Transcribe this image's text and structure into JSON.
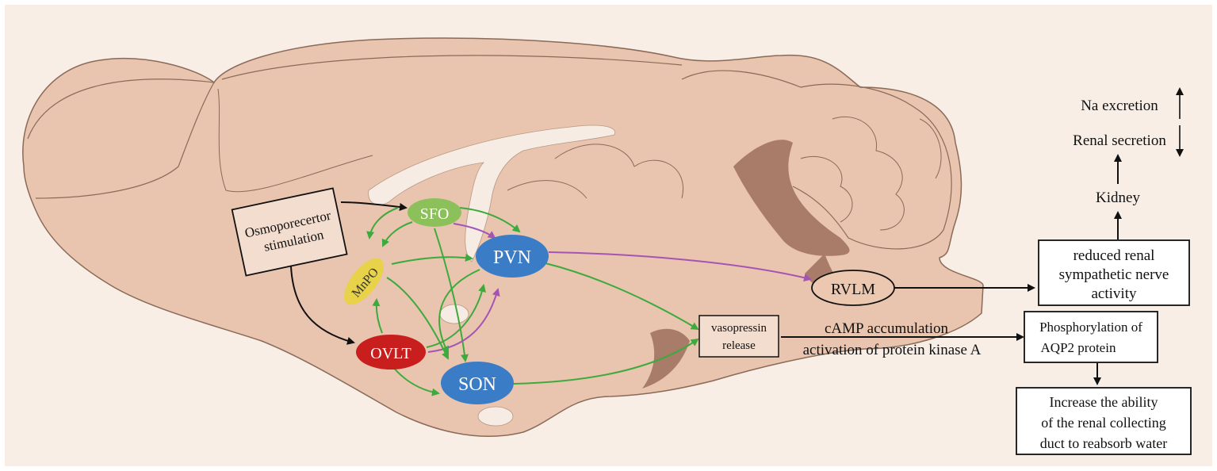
{
  "nodes": {
    "sfo": "SFO",
    "pvn": "PVN",
    "mnpo": "MnPO",
    "ovlt": "OVLT",
    "son": "SON",
    "rvlm": "RVLM"
  },
  "boxes": {
    "osmo_line1": "Osmoporecertor",
    "osmo_line2": "stimulation",
    "vaso_line1": "vasopressin",
    "vaso_line2": "release",
    "renal_line1": "reduced renal",
    "renal_line2": "sympathetic nerve",
    "renal_line3": "activity",
    "phos_line1": "Phosphorylation of",
    "phos_line2": "AQP2 protein",
    "inc_line1": "Increase the ability",
    "inc_line2": "of the renal collecting",
    "inc_line3": "duct to reabsorb water"
  },
  "labels": {
    "camp": "cAMP accumulation",
    "pka": "activation of protein kinase A",
    "kidney": "Kidney",
    "renal_secretion": "Renal secretion",
    "na_excretion": "Na excretion"
  },
  "colors": {
    "brain": "#e9c4ae",
    "brain_outline": "#8a6a58",
    "background_panel": "#f8eee6",
    "ventricle": "#f6ece3",
    "sulcus": "#a87c68",
    "green_arrow": "#3caa3c",
    "purple_arrow": "#a455b4",
    "black_arrow": "#111111",
    "sfo_fill": "#8cc05a",
    "pvn_fill": "#3a7cc6",
    "mnpo_fill": "#e8d24a",
    "ovlt_fill": "#c81e1e",
    "son_fill": "#3a7cc6",
    "rvlm_fill": "#ecc8b0"
  }
}
